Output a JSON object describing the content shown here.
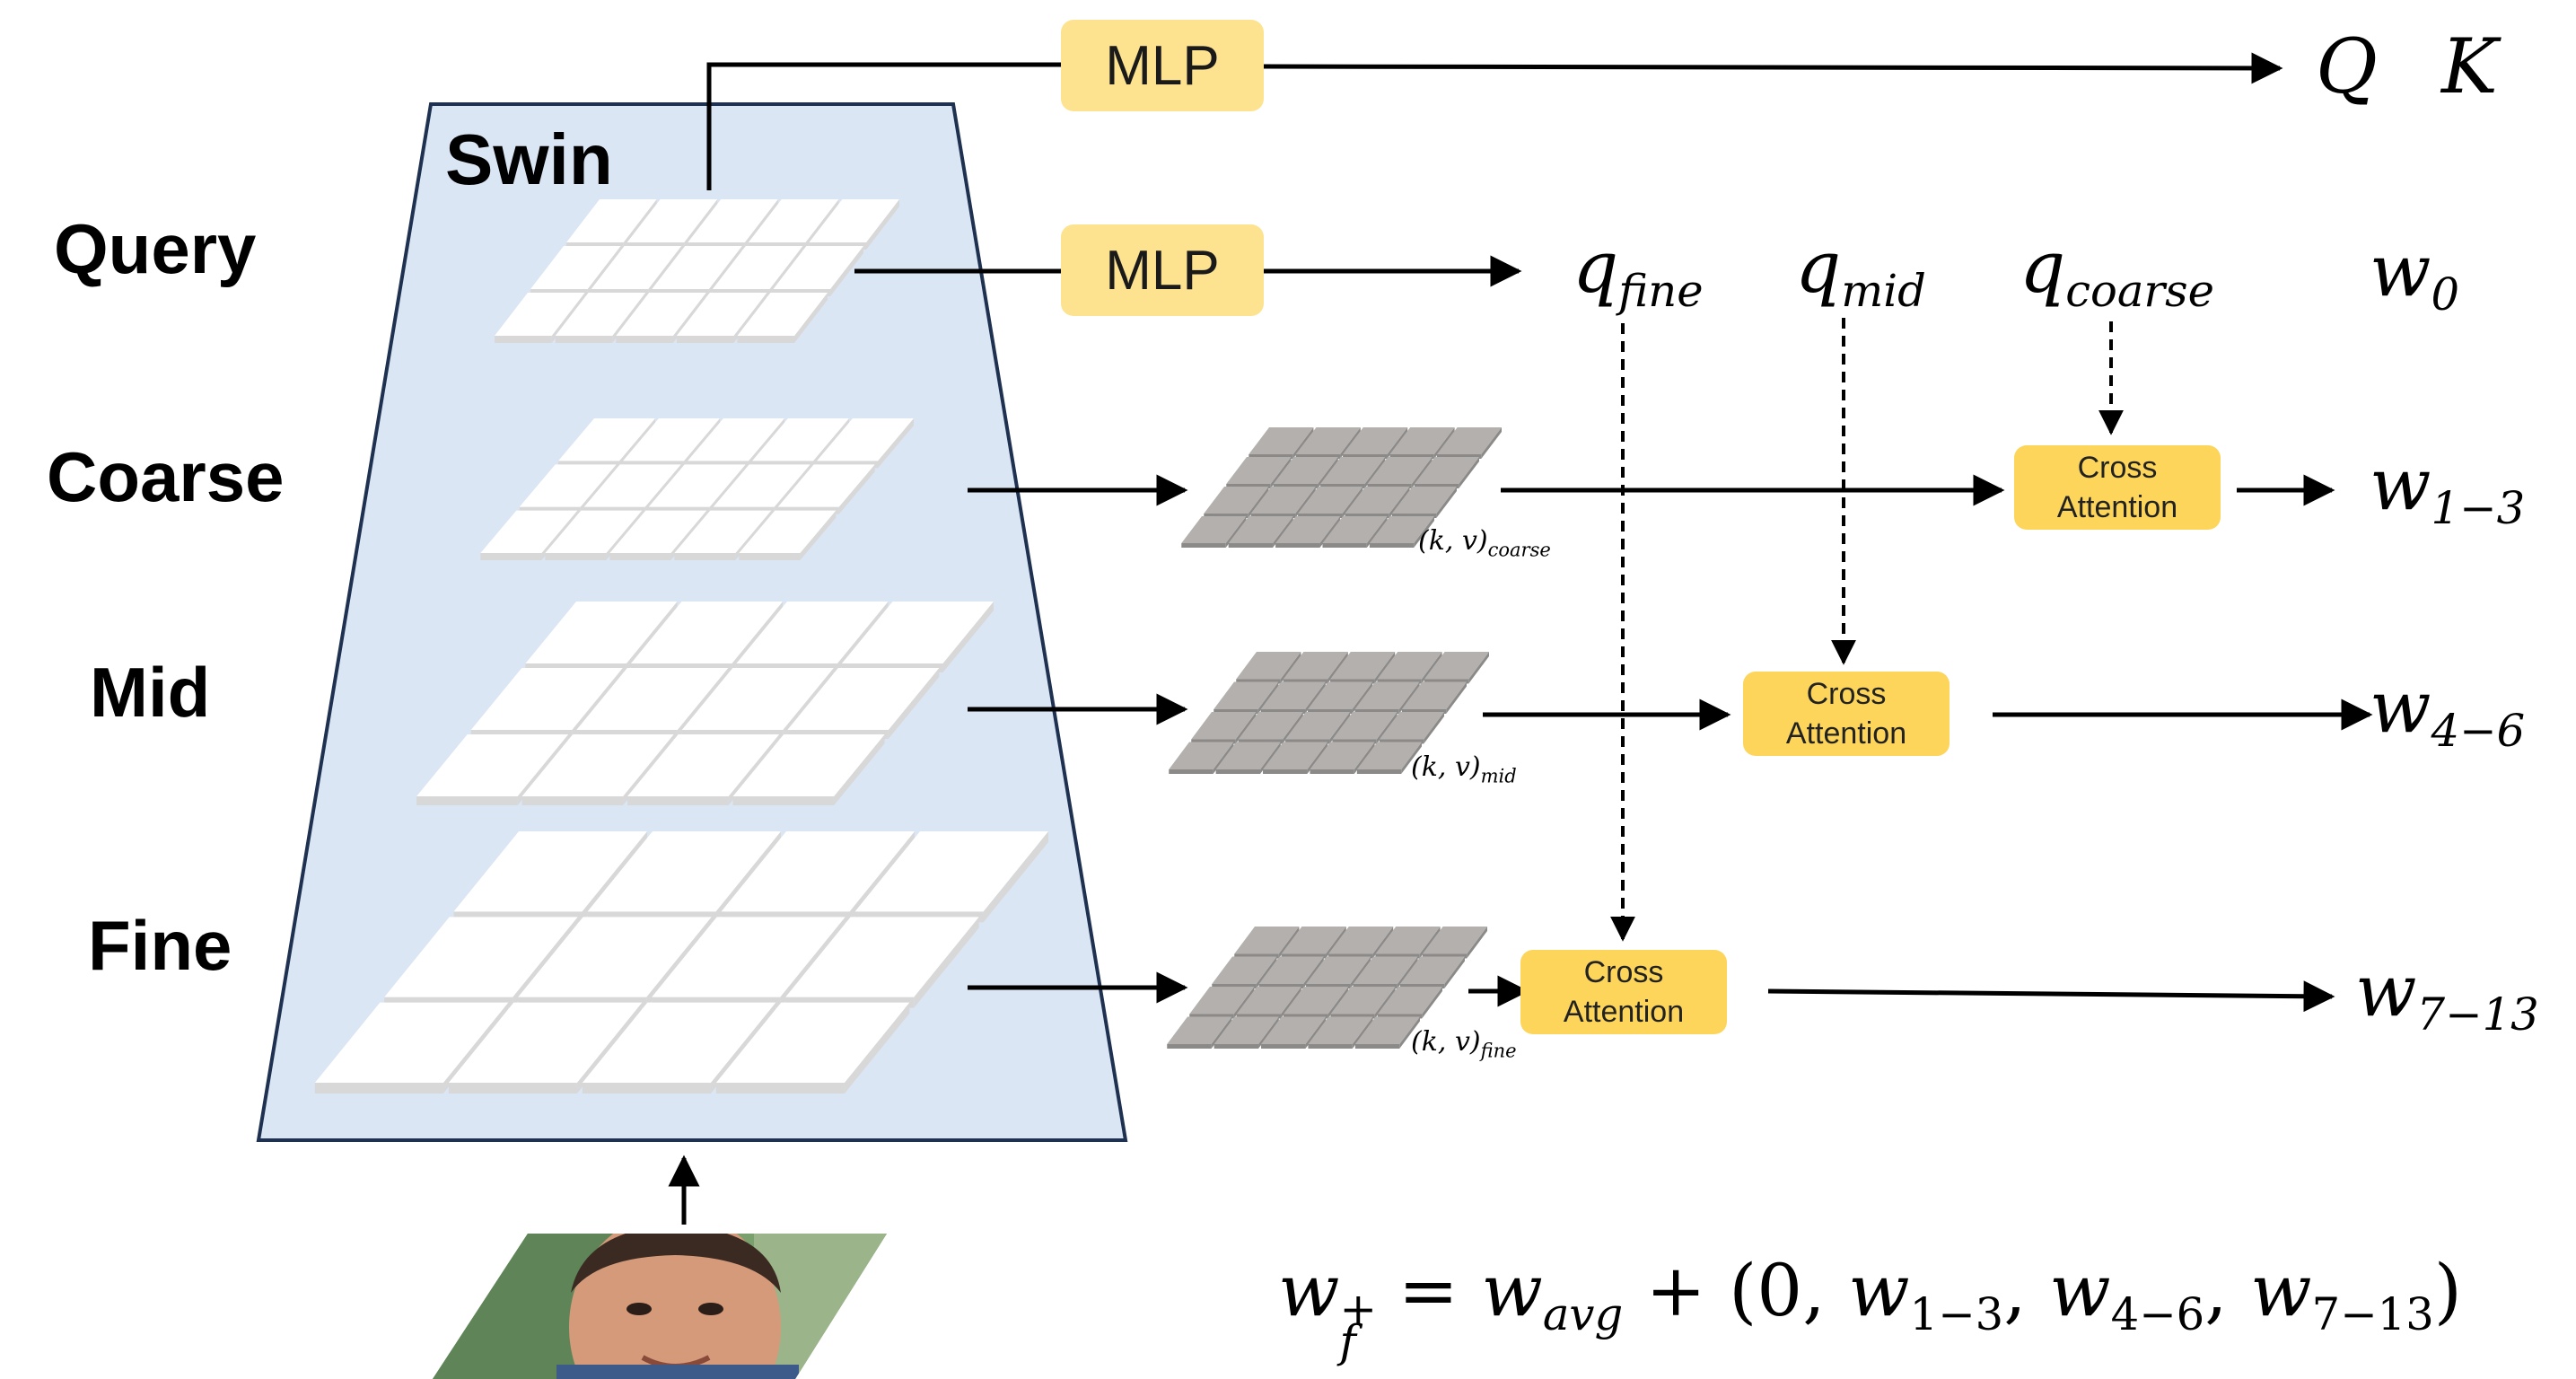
{
  "encoder": {
    "name": "Swin"
  },
  "levels": {
    "query": "Query",
    "coarse": "Coarse",
    "mid": "Mid",
    "fine": "Fine"
  },
  "mlp": {
    "top": "MLP",
    "bottom": "MLP"
  },
  "outputs_top": {
    "q": "Q",
    "k": "K"
  },
  "queries": {
    "fine": {
      "base": "q",
      "sub": "fine"
    },
    "mid": {
      "base": "q",
      "sub": "mid"
    },
    "coarse": {
      "base": "q",
      "sub": "coarse"
    }
  },
  "kv_labels": {
    "base": "(k, v)",
    "coarse": "coarse",
    "mid": "mid",
    "fine": "fine"
  },
  "cross_attention": {
    "line1": "Cross",
    "line2": "Attention"
  },
  "latents": {
    "w0": {
      "base": "w",
      "sub": "0"
    },
    "w13": {
      "base": "w",
      "sub": "1−3"
    },
    "w46": {
      "base": "w",
      "sub": "4−6"
    },
    "w713": {
      "base": "w",
      "sub": "7−13"
    }
  },
  "formula": {
    "lhs_base": "w",
    "lhs_sub": "f",
    "lhs_sup": "+",
    "eq": " = ",
    "avg_base": "w",
    "avg_sub": "avg",
    "plus": " + (0, ",
    "t1_base": "w",
    "t1_sub": "1−3",
    "sep1": ", ",
    "t2_base": "w",
    "t2_sub": "4−6",
    "sep2": ", ",
    "t3_base": "w",
    "t3_sub": "7−13",
    "close": ")"
  },
  "colors": {
    "swin_fill": "#dbe6f4",
    "swin_stroke": "#1f3150",
    "mlp_fill": "#fde38f",
    "cross_attention_fill": "#fcd55a",
    "kv_grid": "#b3b0ae"
  }
}
